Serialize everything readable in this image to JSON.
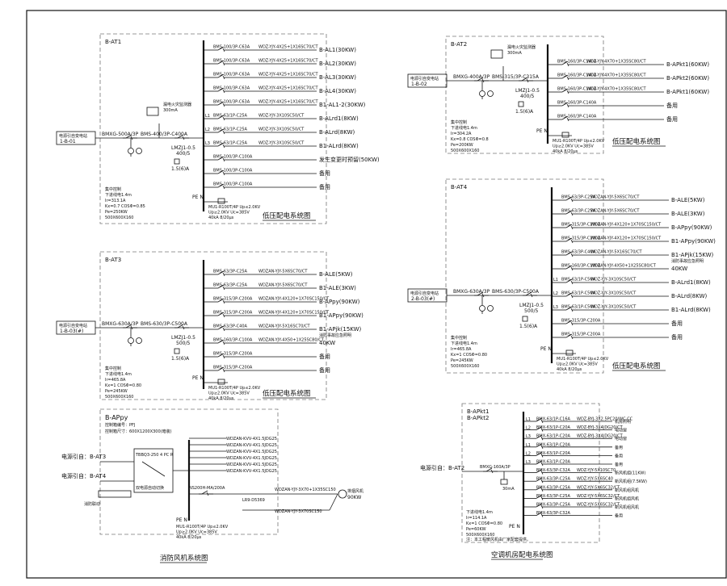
{
  "p1": {
    "panel": "B-AT1",
    "source": [
      "电源引自变电站",
      "1-B-01"
    ],
    "main_breaker": "BMXG-500A/3P",
    "incomer": "BMS-400/3P-C400A",
    "rcd": [
      "漏电火灾监测器",
      "300mA"
    ],
    "ct": [
      "LMZJ1-0.5",
      "400/5"
    ],
    "meter": "1.5(6)A",
    "spd": [
      "MU1-R100T/4P Up≤2.0KV",
      "Up≥2.0KV  Uc=385V",
      "40kA 8/20μs"
    ],
    "notes": [
      "集中控制",
      "下进线电1.4m",
      "Ir=313.1A",
      "Kx=0.7  COSΦ=0.85",
      "Pe=250KW",
      "500X600X160"
    ],
    "pe": "PE N",
    "title": "低压配电系统图",
    "rows": [
      {
        "ph": "",
        "br": "BMS-100/3P-C63A",
        "cb": "WDZ-YJY-4X25+1X16SC70/CT",
        "ld": "B-AL1(30KW)"
      },
      {
        "ph": "",
        "br": "BMS-100/3P-C63A",
        "cb": "WDZ-YJY-4X25+1X16SC70/CT",
        "ld": "B-AL2(30KW)"
      },
      {
        "ph": "",
        "br": "BMS-100/3P-C63A",
        "cb": "WDZ-YJY-4X25+1X16SC70/CT",
        "ld": "B-AL3(30KW)"
      },
      {
        "ph": "",
        "br": "BMS-100/3P-C63A",
        "cb": "WDZ-YJY-4X25+1X16SC70/CT",
        "ld": "B-AL4(30KW)"
      },
      {
        "ph": "",
        "br": "BMS-100/3P-C63A",
        "cb": "WDZ-YJY-4X25+1X16SC70/CT",
        "ld": "B1-AL1-2(30KW)"
      },
      {
        "ph": "L1",
        "br": "BMS-63/1P-C25A",
        "cb": "WDZ-YJY-3X10SC50/CT",
        "ld": "B-ALrd1(8KW)"
      },
      {
        "ph": "L2",
        "br": "BMS-63/1P-C25A",
        "cb": "WDZ-YJY-3X10SC50/CT",
        "ld": "B-ALrd(8KW)"
      },
      {
        "ph": "L3",
        "br": "BMS-63/1P-C25A",
        "cb": "WDZ-YJY-3X10SC50/CT",
        "ld": "B1-ALrd(8KW)"
      },
      {
        "ph": "",
        "br": "BMS-100/3P-C100A",
        "cb": "",
        "ld": "发生变更时预留(50KW)"
      },
      {
        "ph": "",
        "br": "BMS-100/3P-C100A",
        "cb": "",
        "ld": "备用"
      },
      {
        "ph": "",
        "br": "BMS-100/3P-C100A",
        "cb": "",
        "ld": "备用"
      }
    ]
  },
  "p2": {
    "panel": "B-AT2",
    "source": [
      "电源引自变电站",
      "1-B-02"
    ],
    "main_breaker": "BMXG-400A/3P",
    "incomer": "BMS-315/3P-C315A",
    "rcd": [
      "漏电火灾监测器",
      "300mA"
    ],
    "ct": [
      "LMZJ1-0.5",
      "400/5"
    ],
    "meter": "1.5(6)A",
    "spd": [
      "MU1-R100T/4P Up≤2.0KV",
      "Up≥2.0KV  Uc=385V",
      "40kA 8/20μs"
    ],
    "notes": [
      "集中控制",
      "下进线电1.4m",
      "Ir=304.2A",
      "Kx=0.8  COSΦ=0.8",
      "Pe=200KW",
      "500X600X160"
    ],
    "pe": "PE N",
    "title": "低压配电系统图",
    "rows": [
      {
        "br": "BMS-160/3P-C140A",
        "cb": "WDZ-YJY-4X70+1X35SC80/CT",
        "ld": "B-APkt1(60KW)"
      },
      {
        "br": "BMS-160/3P-C140A",
        "cb": "WDZ-YJY-4X70+1X35SC80/CT",
        "ld": "B-APkt2(60KW)"
      },
      {
        "br": "BMS-160/3P-C140A",
        "cb": "WDZ-YJY-4X70+1X35SC80/CT",
        "ld": "B-APkt1(60KW)"
      },
      {
        "br": "BMS-160/3P-C140A",
        "cb": "",
        "ld": "备用"
      },
      {
        "br": "BMS-160/3P-C140A",
        "cb": "",
        "ld": "备用"
      }
    ]
  },
  "p3": {
    "panel": "B-AT3",
    "source": [
      "电源引自变电站",
      "1-B-03(#)"
    ],
    "main_breaker": "BMXG-630A/3P",
    "incomer": "BMS-630/3P-C500A",
    "ct": [
      "LMZJ1-0.5",
      "500/5"
    ],
    "meter": "1.5(6)A",
    "spd": [
      "MU1-R100T/4P Up≤2.0KV",
      "Up≥2.0KV  Uc=385V",
      "40kA 8/20μs"
    ],
    "notes": [
      "集中控制",
      "下进线电1.4m",
      "Ir=465.8A",
      "Kx=1  COSΦ=0.80",
      "Pe=245KW",
      "500X600X160"
    ],
    "pe": "PE N",
    "title": "低压配电系统图",
    "rows": [
      {
        "br": "BMS-63/3P-C25A",
        "cb": "WDZAN-YJY-5X6SC70/CT",
        "ld": "B-ALE(5KW)"
      },
      {
        "br": "BMS-63/3P-C25A",
        "cb": "WDZAN-YJY-5X6SC70/CT",
        "ld": "B1-ALE(3KW)"
      },
      {
        "br": "BMS-315/3P-C200A",
        "cb": "WDZAN-YJY-4X120+1X70SC150/CT",
        "ld": "B-APpy(90KW)"
      },
      {
        "br": "BMS-315/3P-C200A",
        "cb": "WDZAN-YJY-4X120+1X70SC150/CT",
        "ld": "B1-APpy(90KW)"
      },
      {
        "br": "BMS-63/3P-C40A",
        "cb": "WDZAN-YJY-5X16SC70/CT",
        "ld": "B1-APjk(15KW)"
      },
      {
        "br": "BMS-160/3P-C100A",
        "cb": "WDZAN-YJY-4X50+1X25SC80/CT",
        "ld": "40KW",
        "note": "消防事故应急照明"
      },
      {
        "br": "BMS-315/3P-C200A",
        "cb": "",
        "ld": "备用"
      },
      {
        "br": "BMS-315/3P-C200A",
        "cb": "",
        "ld": "备用"
      }
    ]
  },
  "p4": {
    "panel": "B-AT4",
    "source": [
      "电源引自变电站",
      "2-B-03(#)"
    ],
    "main_breaker": "BMXG-630A/3P",
    "incomer": "BMS-630/3P-C500A",
    "ct": [
      "LMZJ1-0.5",
      "500/5"
    ],
    "meter": "1.5(6)A",
    "spd": [
      "MU1-R100T/4P Up≤2.0KV",
      "Up≥2.0KV  Uc=385V",
      "40kA 8/20μs"
    ],
    "notes": [
      "集中控制",
      "下进线电1.4m",
      "Ir=465.8A",
      "Kx=1  COSΦ=0.80",
      "Pe=245KW",
      "500X600X160"
    ],
    "pe": "PE N",
    "title": "低压配电系统图",
    "rows": [
      {
        "ph": "",
        "br": "BMS-63/3P-C25A",
        "cb": "WDZAN-YJY-5X6SC70/CT",
        "ld": "B-ALE(5KW)"
      },
      {
        "ph": "",
        "br": "BMS-63/3P-C25A",
        "cb": "WDZAN-YJY-5X6SC70/CT",
        "ld": "B-ALE(3KW)"
      },
      {
        "ph": "",
        "br": "BMS-315/3P-C200A",
        "cb": "WDZAN-YJY-4X120+1X70SC150/CT",
        "ld": "B-APpy(90KW)"
      },
      {
        "ph": "",
        "br": "BMS-315/3P-C200A",
        "cb": "WDZAN-YJY-4X120+1X70SC150/CT",
        "ld": "B1-APpy(90KW)"
      },
      {
        "ph": "",
        "br": "BMS-63/3P-C40A",
        "cb": "WDZAN-YJY-5X16SC70/CT",
        "ld": "B1-APjk(15KW)"
      },
      {
        "ph": "",
        "br": "BMS-160/3P-C100A",
        "cb": "WDZAN-YJY-4X50+1X25SC80/CT",
        "ld": "40KW",
        "note": "消防事故应急照明"
      },
      {
        "ph": "L1",
        "br": "BMS-63/1P-C50A",
        "cb": "WDZ-YJY-3X10SC50/CT",
        "ld": "B-ALrd1(8KW)"
      },
      {
        "ph": "L2",
        "br": "BMS-63/1P-C50A",
        "cb": "WDZ-YJY-3X10SC50/CT",
        "ld": "B-ALrd(8KW)"
      },
      {
        "ph": "L3",
        "br": "BMS-63/1P-C50A",
        "cb": "WDZ-YJY-3X10SC50/CT",
        "ld": "B1-ALrd(8KW)"
      },
      {
        "ph": "",
        "br": "BMS-315/3P-C200A",
        "cb": "",
        "ld": "备用"
      },
      {
        "ph": "",
        "br": "BMS-315/3P-C200A",
        "cb": "",
        "ld": "备用"
      }
    ]
  },
  "p5": {
    "panel": "B-APpy",
    "sub": [
      "控制箱编号：PFJ",
      "控制箱尺寸：600X1200X300(暗装)"
    ],
    "src1": "电源引自：B-AT3",
    "src2": "电源引自：B-AT4",
    "ats": "TBBQ3-250 4 PC R",
    "ats_note": "双电源自动切换",
    "fire_link": "消防联动",
    "fan_breaker": "NS200H-MA/200A",
    "ct": "LR9-D5369",
    "ctrl_rows": [
      "WDZAN-KVV-4X1.5JDG25",
      "WDZAN-KVV-4X1.5JDG25",
      "WDZAN-KVV-4X1.5JDG25",
      "WDZAN-KVV-4X1.5JDG25",
      "WDZAN-KVV-4X1.5JDG25",
      "WDZAN-KVV-4X1.5JDG25"
    ],
    "cable1": "WDZAN-YJY-3X70+1X35SC150",
    "cable2": "WDZAN-YJY-3X70SC150",
    "fan": [
      "排烟风机",
      "90KW"
    ],
    "spd": [
      "MU1-R100T/4P Up≤2.0KV",
      "Up≥2.0KV  Uc=385V",
      "40kA 8/20μs"
    ],
    "pe": "PE N",
    "title": "消防风机系统图"
  },
  "p6": {
    "panel": [
      "B-APkt1",
      "B-APkt2"
    ],
    "source": "电源引自：B-AT2",
    "main_breaker": "BMXG-160A/3P",
    "rcd": "30mA",
    "notes": [
      "下进线电1.4m",
      "Ir=114.1A",
      "Kx=1  COSΦ=0.80",
      "Pe=60KW",
      "500X600X160"
    ],
    "remark": "注：本工程暖风机由厂家配套提供。",
    "pe": "PE N",
    "title": "空调机房配电系统图",
    "rows": [
      {
        "ph": "L1",
        "br": "BMX-63/1P-C16A",
        "cb": "WDZ-BYJ-3X2.5PC20/WC,CC",
        "ld": "机房照明"
      },
      {
        "ph": "L2",
        "br": "BMX-63/1P-C20A",
        "cb": "WDZ-BYJ-3X4JDG20/CT",
        "ld": "电动窗"
      },
      {
        "ph": "L3",
        "br": "BMX-63/1P-C20A",
        "cb": "WDZ-BYJ-3X4JDG20/CT",
        "ld": "电动窗"
      },
      {
        "ph": "L1",
        "br": "BMX-63/1P-C20A",
        "cb": "",
        "ld": "备用"
      },
      {
        "ph": "L2",
        "br": "BMX-63/1P-C20A",
        "cb": "",
        "ld": "备用"
      },
      {
        "ph": "L3",
        "br": "BMX-63/1P-C20A",
        "cb": "",
        "ld": "备用"
      },
      {
        "ph": "",
        "br": "BMX-63/3P-C32A",
        "cb": "WDZ-YJY-5X10SC70",
        "ld": "新风机组(11KW)"
      },
      {
        "ph": "",
        "br": "BMX-63/3P-C25A",
        "cb": "WDZ-YJY-5X6SC40",
        "ld": "新风机组(7.5KW)"
      },
      {
        "ph": "",
        "br": "BMX-63/3P-C25A",
        "cb": "WDZ-YJY-5X6SC32/CT",
        "ld": "新风机组风机"
      },
      {
        "ph": "",
        "br": "BMX-63/3P-C25A",
        "cb": "WDZ-YJY-5X6SC32/CT",
        "ld": "新风机组风机"
      },
      {
        "ph": "",
        "br": "BMX-63/3P-C25A",
        "cb": "WDZ-YJY-5X6SC32/CT",
        "ld": "新风机组风机"
      },
      {
        "ph": "",
        "br": "BMX-63/3P-C32A",
        "cb": "",
        "ld": "备用"
      }
    ]
  }
}
